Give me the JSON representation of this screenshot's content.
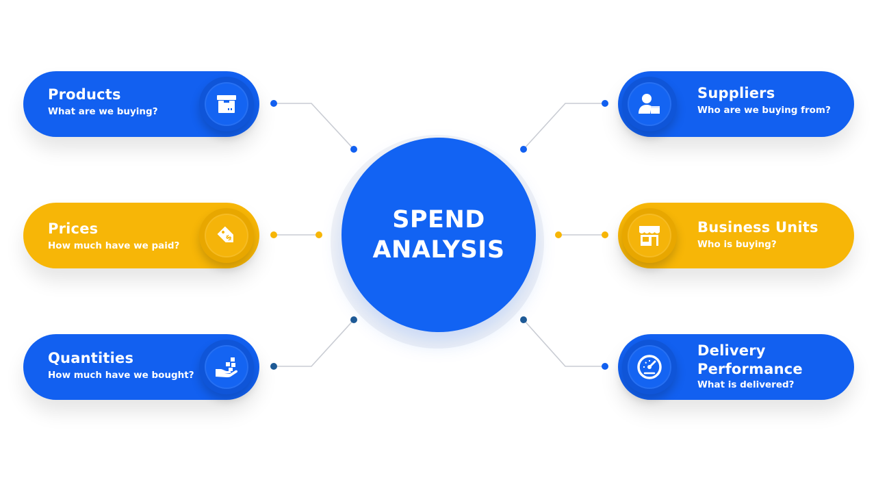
{
  "center": {
    "line1": "SPEND",
    "line2": "ANALYSIS"
  },
  "colors": {
    "blue": "#1260f0",
    "yellow": "#f7b607",
    "navy": "#1e5a96",
    "line": "#c9ccd3"
  },
  "nodes": [
    {
      "id": "products",
      "title": "Products",
      "subtitle": "What are we buying?",
      "icon": "box-icon",
      "color": "blue"
    },
    {
      "id": "prices",
      "title": "Prices",
      "subtitle": "How much have we paid?",
      "icon": "price-tag-icon",
      "color": "yellow"
    },
    {
      "id": "quantities",
      "title": "Quantities",
      "subtitle": "How much have we bought?",
      "icon": "hand-boxes-icon",
      "color": "blue"
    },
    {
      "id": "suppliers",
      "title": "Suppliers",
      "subtitle": "Who are we buying from?",
      "icon": "supplier-person-icon",
      "color": "blue"
    },
    {
      "id": "business-units",
      "title": "Business Units",
      "subtitle": "Who is buying?",
      "icon": "store-icon",
      "color": "yellow"
    },
    {
      "id": "delivery",
      "title": "Delivery Performance",
      "title_line1": "Delivery",
      "title_line2": "Performance",
      "subtitle": "What is delivered?",
      "icon": "speedometer-icon",
      "color": "blue"
    }
  ]
}
